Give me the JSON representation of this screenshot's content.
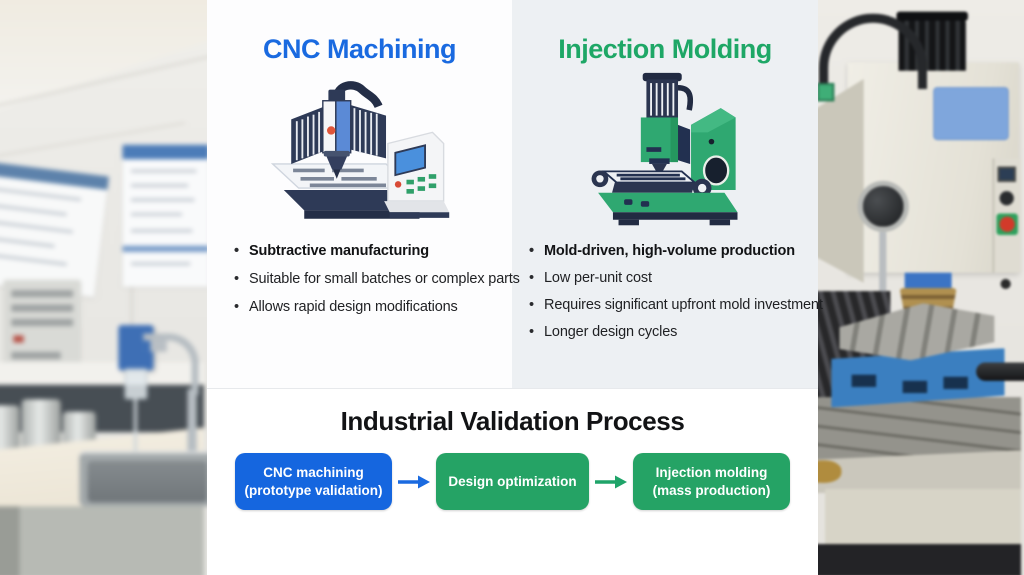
{
  "comparison": {
    "cnc": {
      "title": "CNC Machining",
      "title_color": "#1a6ae0",
      "illustration_icon": "cnc-machine-icon",
      "bullets": [
        "Subtractive manufacturing",
        "Suitable for small batches or complex parts",
        "Allows rapid design modifications"
      ]
    },
    "molding": {
      "title": "Injection Molding",
      "title_color": "#1ea766",
      "illustration_icon": "injection-molding-machine-icon",
      "bullets": [
        "Mold-driven, high-volume production",
        "Low per-unit cost",
        "Requires significant upfront mold investment",
        "Longer design cycles"
      ]
    }
  },
  "process": {
    "title": "Industrial Validation Process",
    "steps": [
      {
        "line1": "CNC machining",
        "line2": "(prototype validation)",
        "color": "#1566df"
      },
      {
        "line1": "Design optimization",
        "line2": "",
        "color": "#25a365"
      },
      {
        "line1": "Injection molding",
        "line2": "(mass production)",
        "color": "#25a365"
      }
    ],
    "arrows": [
      "#1a6ae0",
      "#1fa469"
    ]
  },
  "colors": {
    "accent_blue": "#1566df",
    "accent_green": "#25a365",
    "card_right_bg": "#edf0f3",
    "panel_bg": "#ffffff"
  }
}
